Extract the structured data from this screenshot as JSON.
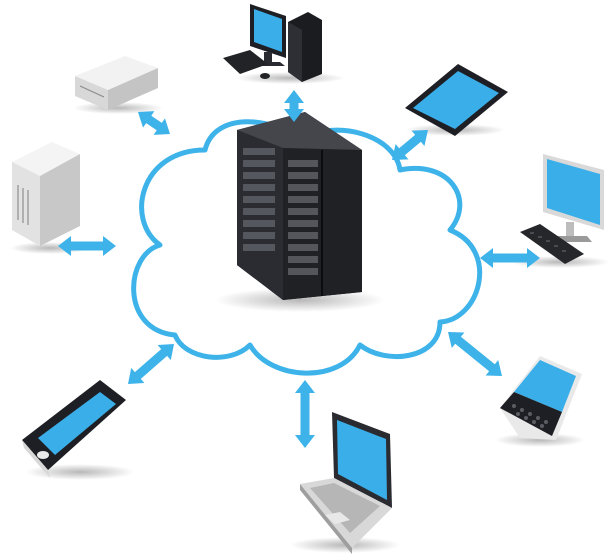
{
  "diagram": {
    "nodes": [
      {
        "id": "server-rack",
        "kind": "server"
      },
      {
        "id": "desktop-tower",
        "kind": "desktop"
      },
      {
        "id": "nas-box",
        "kind": "storage"
      },
      {
        "id": "tower-server",
        "kind": "server"
      },
      {
        "id": "tablet",
        "kind": "tablet"
      },
      {
        "id": "lcd-workstation",
        "kind": "desktop"
      },
      {
        "id": "smartphone",
        "kind": "phone"
      },
      {
        "id": "laptop",
        "kind": "laptop"
      },
      {
        "id": "qwerty-phone",
        "kind": "phone"
      }
    ],
    "edges": [
      {
        "from": "server-rack",
        "to": "desktop-tower",
        "bidirectional": true
      },
      {
        "from": "server-rack",
        "to": "nas-box",
        "bidirectional": true
      },
      {
        "from": "server-rack",
        "to": "tower-server",
        "bidirectional": true
      },
      {
        "from": "server-rack",
        "to": "tablet",
        "bidirectional": true
      },
      {
        "from": "server-rack",
        "to": "lcd-workstation",
        "bidirectional": true
      },
      {
        "from": "server-rack",
        "to": "smartphone",
        "bidirectional": true
      },
      {
        "from": "server-rack",
        "to": "laptop",
        "bidirectional": true
      },
      {
        "from": "server-rack",
        "to": "qwerty-phone",
        "bidirectional": true
      }
    ]
  },
  "colors": {
    "accent": "#3db3ea",
    "screen": "#3aaee8",
    "cloud_fill": "#ffffff",
    "device_dark": "#1e1f24",
    "device_light": "#ececec"
  }
}
